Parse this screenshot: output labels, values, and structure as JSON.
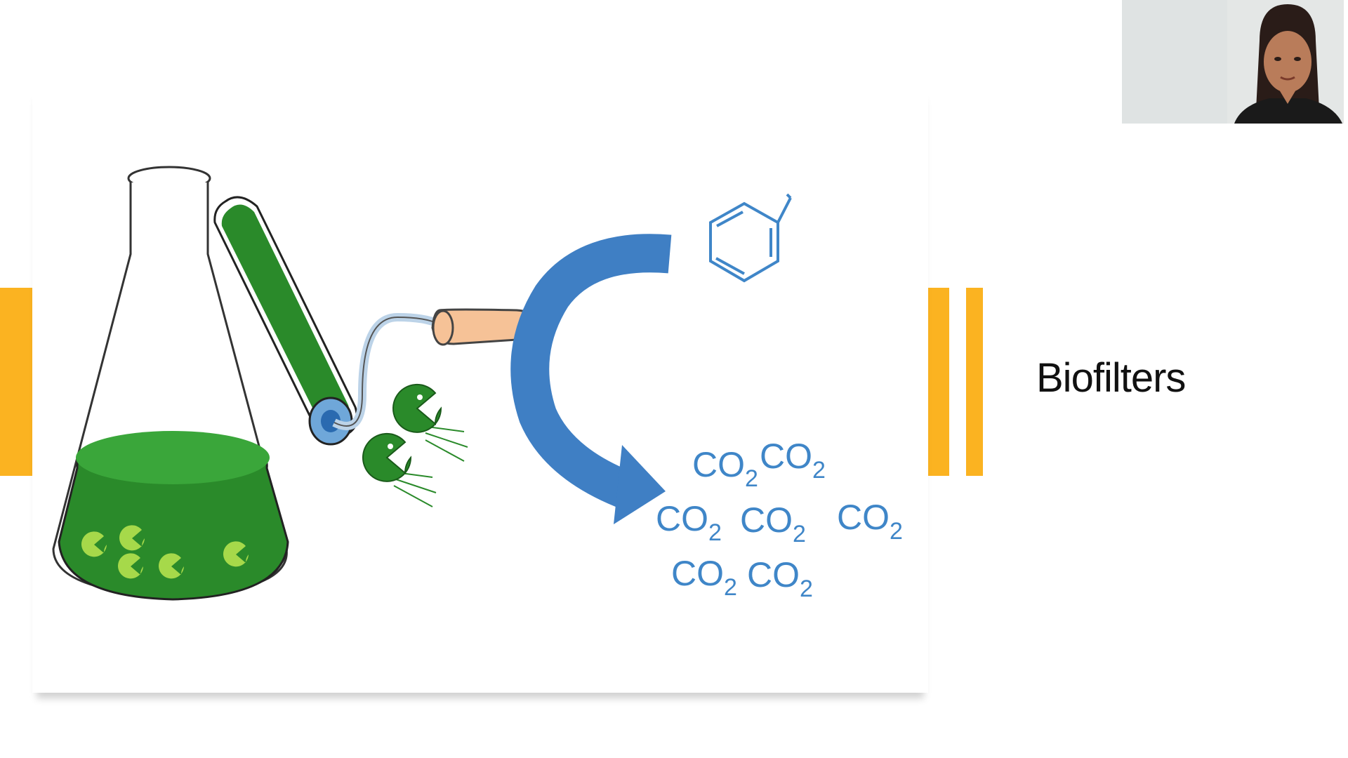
{
  "slide": {
    "title": "Biofilters",
    "accent_color": "#fbb321"
  },
  "illustration": {
    "co2_label_main": "CO",
    "co2_label_sub": "2",
    "molecule_color": "#3f86c8",
    "flask_liquid_color": "#2a8a2a",
    "microbe_color": "#a6d94a",
    "arrow_color": "#3f7fc4"
  },
  "participant_video": {
    "icon": "person-video-icon"
  }
}
